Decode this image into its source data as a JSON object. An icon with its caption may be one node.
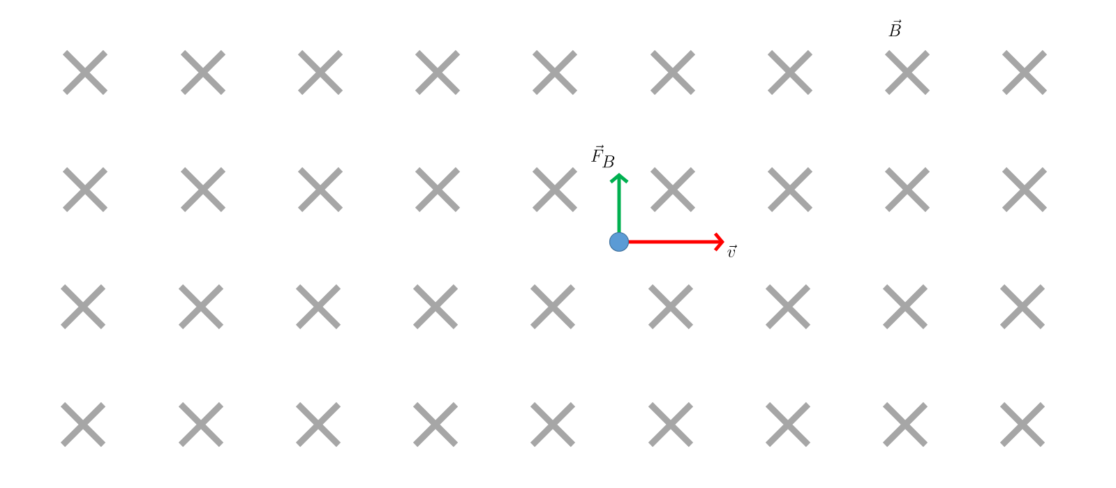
{
  "diagram": {
    "nodes": [
      {
        "text": [],
        "shape": "circle"
      }
    ],
    "labels": [
      "\\vec{B}",
      "\\vec{F}_B",
      "\\vec{v}"
    ]
  }
}
